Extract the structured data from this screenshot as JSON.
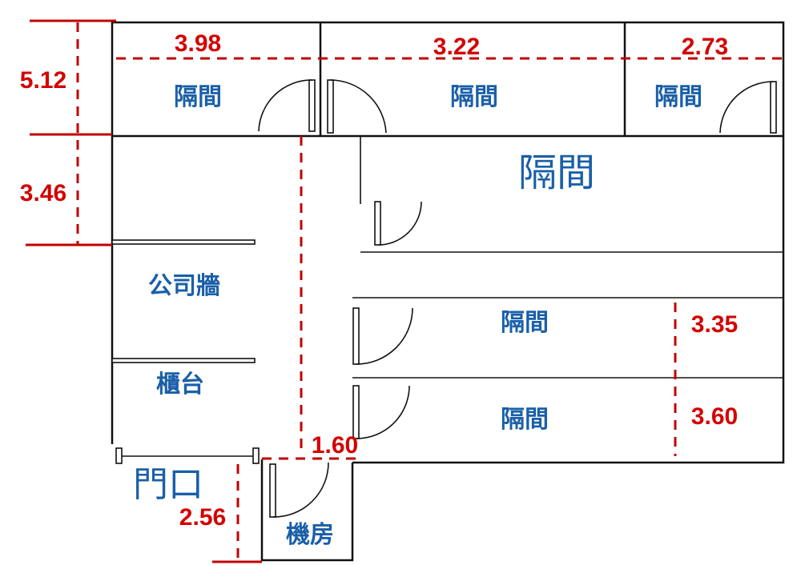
{
  "rooms": {
    "top_left": "隔間",
    "top_middle": "隔間",
    "top_right": "隔間",
    "large_right": "隔間",
    "company_wall": "公司牆",
    "counter": "櫃台",
    "middle_right": "隔間",
    "bottom_right": "隔間",
    "entrance": "門口",
    "machine_room": "機房"
  },
  "dimensions": {
    "top_left_width": "3.98",
    "top_middle_width": "3.22",
    "top_right_width": "2.73",
    "top_depth": "5.12",
    "left_depth": "3.46",
    "middle_right_depth": "3.35",
    "bottom_right_depth": "3.60",
    "corridor_width": "1.60",
    "entrance_depth": "2.56"
  },
  "colors": {
    "dimension": "#d40000",
    "room_label": "#1a5fa8",
    "wall": "#111111"
  }
}
